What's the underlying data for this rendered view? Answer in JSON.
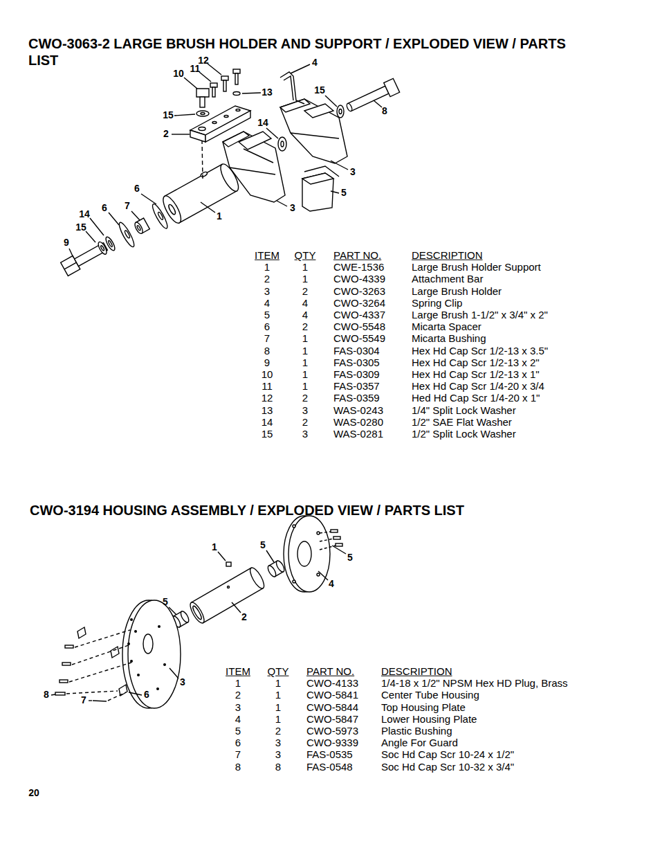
{
  "diagram": {
    "title": "CWO-3063-2 LARGE BRUSH HOLDER AND SUPPORT / EXPLODED VIEW / PARTS LIST",
    "labels": [
      "12",
      "11",
      "10",
      "4",
      "13",
      "15",
      "8",
      "15",
      "14",
      "2",
      "3",
      "5",
      "6",
      "1",
      "3",
      "14",
      "6",
      "7",
      "15",
      "9",
      "ITEM",
      "QTY",
      "PART NO.",
      "DESCRIPTION",
      "1",
      "1",
      "CWE-1536",
      "Large Brush Holder Support",
      "2",
      "1",
      "CWO-4339",
      "Attachment Bar",
      "3",
      "2",
      "CWO-3263",
      "Large Brush Holder",
      "4",
      "4",
      "CWO-3264",
      "Spring Clip",
      "5",
      "4",
      "CWO-4337",
      "Large Brush 1-1/2\" x 3/4\" x 2\"",
      "6",
      "2",
      "CWO-5548",
      "Micarta Spacer",
      "7",
      "1",
      "CWO-5549",
      "Micarta Bushing",
      "8",
      "1",
      "FAS-0304",
      "Hex Hd Cap Scr 1/2-13 x 3.5\"",
      "9",
      "1",
      "FAS-0305",
      "Hex Hd Cap Scr 1/2-13 x 2\"",
      "10",
      "1",
      "FAS-0309",
      "Hex Hd Cap Scr 1/2-13 x 1\"",
      "11",
      "1",
      "FAS-0357",
      "Hex Hd Cap Scr 1/4-20 x 3/4",
      "12",
      "2",
      "FAS-0359",
      "Hed Hd Cap Scr 1/4-20 x 1\"",
      "13",
      "3",
      "WAS-0243",
      "1/4\" Split Lock Washer",
      "14",
      "2",
      "WAS-0280",
      "1/2\" SAE Flat Washer",
      "15",
      "3",
      "WAS-0281",
      "1/2\" Split Lock Washer",
      "CWO-3194 HOUSING ASSEMBLY / EXPLODED VIEW / PARTS LIST",
      "1",
      "5",
      "5",
      "4",
      "5",
      "2",
      "3",
      "8",
      "7",
      "6",
      "ITEM",
      "QTY",
      "PART NO.",
      "DESCRIPTION",
      "1",
      "1",
      "CWO-4133",
      "1/4-18 x 1/2\" NPSM Hex HD Plug, Brass",
      "2",
      "1",
      "CWO-5841",
      "Center Tube Housing",
      "3",
      "1",
      "CWO-5844",
      "Top Housing Plate",
      "4",
      "1",
      "CWO-5847",
      "Lower Housing Plate",
      "5",
      "2",
      "CWO-5973",
      "Plastic Bushing",
      "6",
      "3",
      "CWO-9339",
      "Angle For Guard",
      "7",
      "3",
      "FAS-0535",
      "Soc Hd Cap Scr 10-24 x 1/2\"",
      "8",
      "8",
      "FAS-0548",
      "Soc Hd Cap Scr 10-32 x 3/4\"",
      "20"
    ]
  }
}
